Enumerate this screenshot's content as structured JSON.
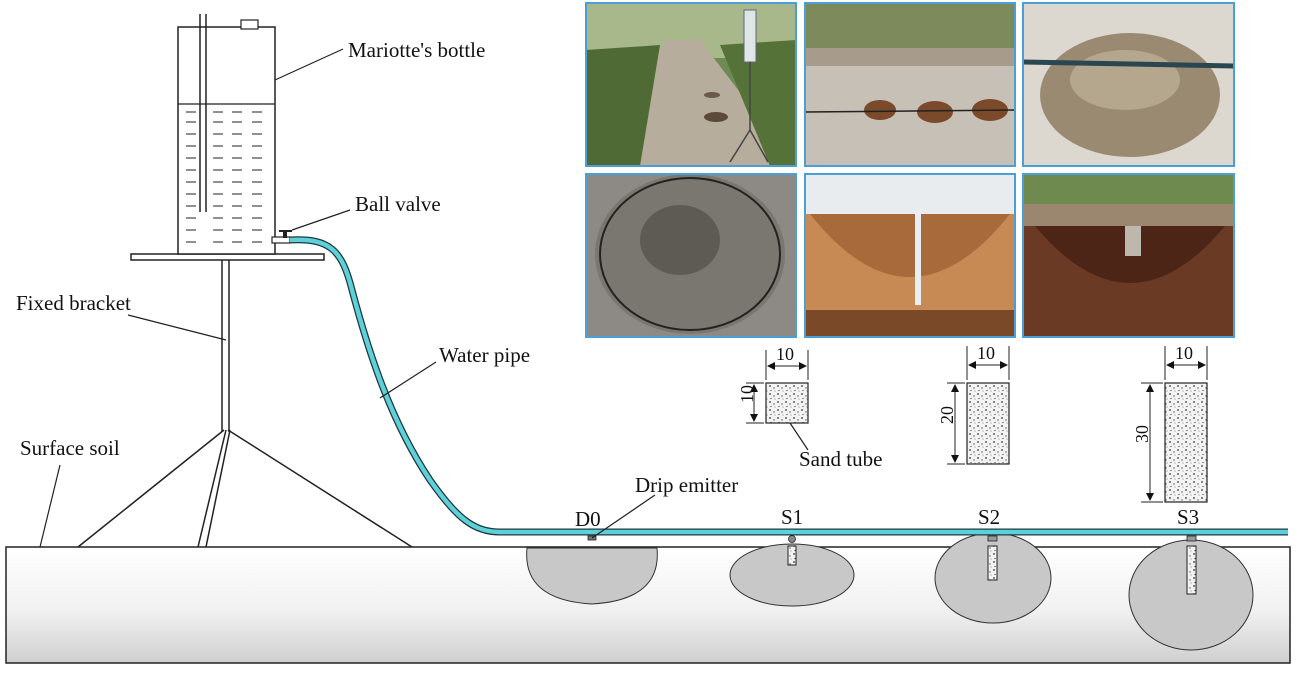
{
  "labels": {
    "mariotte": "Mariotte's bottle",
    "ball_valve": "Ball valve",
    "fixed_bracket": "Fixed bracket",
    "water_pipe": "Water pipe",
    "surface_soil": "Surface soil",
    "drip_emitter": "Drip emitter",
    "sand_tube": "Sand tube"
  },
  "treatments": [
    "D0",
    "S1",
    "S2",
    "S3"
  ],
  "sand_tubes": [
    {
      "width": "10",
      "depth": "10"
    },
    {
      "width": "10",
      "depth": "20"
    },
    {
      "width": "10",
      "depth": "30"
    }
  ],
  "colors": {
    "pipe": "#5fd0d8",
    "wetted_zone": "#c8c8c8",
    "photo_border": "#4aa0d6"
  }
}
